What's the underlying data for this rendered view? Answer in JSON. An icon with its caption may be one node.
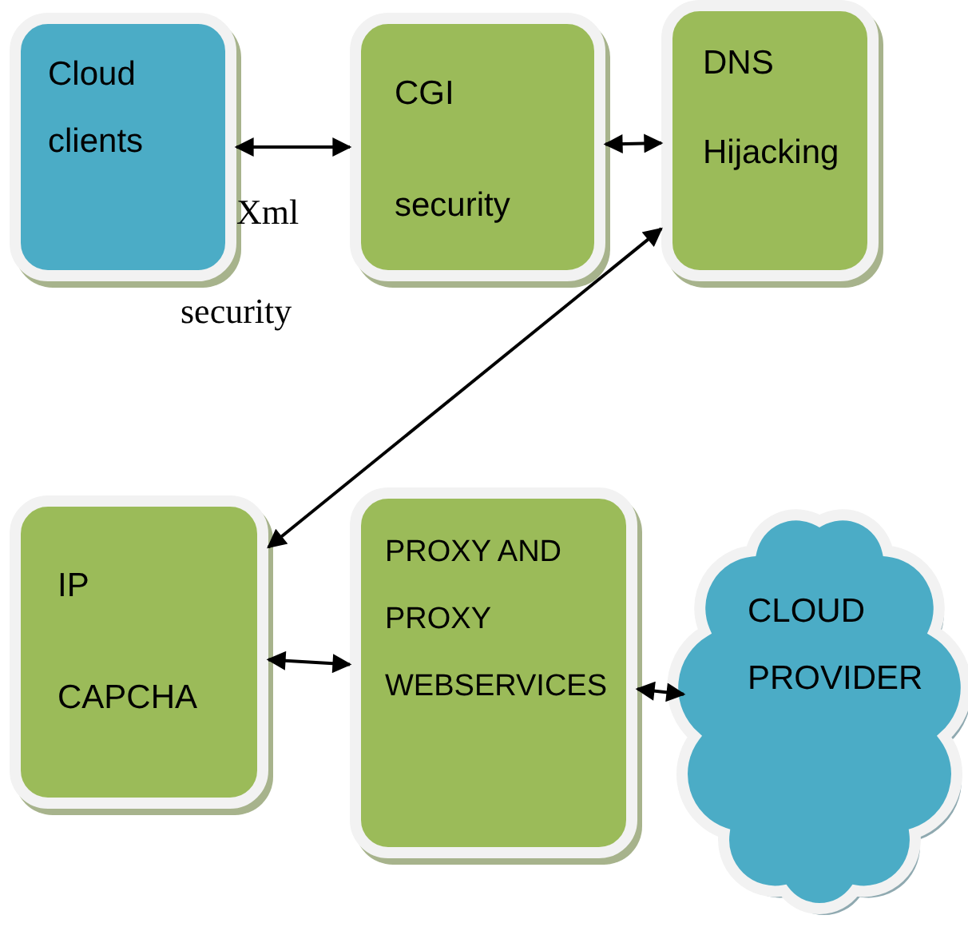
{
  "diagram": {
    "nodes": [
      {
        "text": [
          "Cloud clients"
        ]
      },
      {
        "text": [
          "CGI security"
        ]
      },
      {
        "text": [
          "DNS Hijacking"
        ]
      },
      {
        "text": [
          "IP CAPCHA"
        ]
      },
      {
        "text": [
          "PROXY AND PROXY WEBSERVICES"
        ]
      },
      {
        "text": [
          "CLOUD PROVIDER"
        ]
      }
    ],
    "edges": [
      {
        "from": 0,
        "to": 1,
        "arrow": "both"
      },
      {
        "from": 1,
        "to": 2,
        "arrow": "both"
      },
      {
        "from": 2,
        "to": 3,
        "arrow": "both"
      },
      {
        "from": 3,
        "to": 4,
        "arrow": "both"
      },
      {
        "from": 4,
        "to": 5,
        "arrow": "both"
      }
    ],
    "labels": [
      "Xml",
      "security"
    ]
  }
}
